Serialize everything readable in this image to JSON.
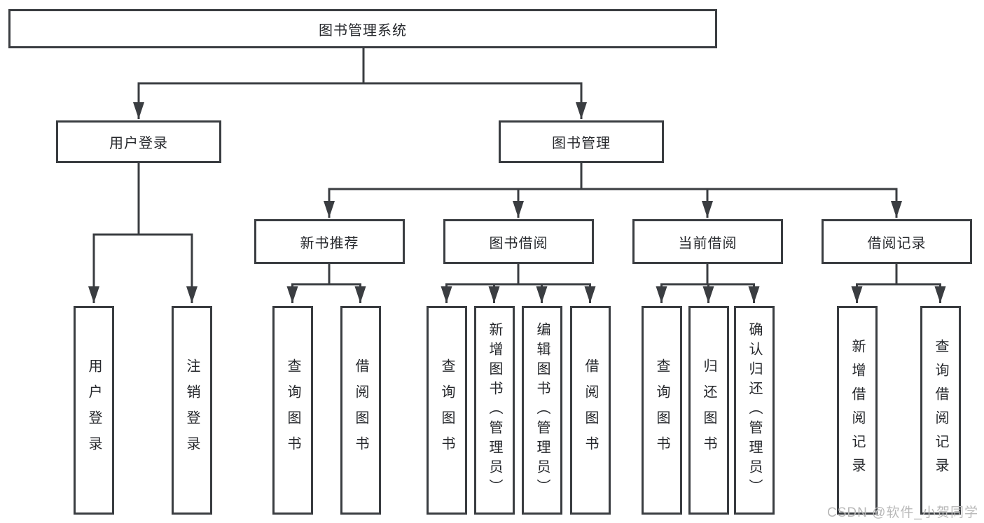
{
  "colors": {
    "line": "#3a3d41",
    "border": "#3a3d41",
    "text": "#26282c",
    "watermark": "#b9b9b9",
    "bg": "#ffffff"
  },
  "watermark": "CSDN @软件_小贺同学",
  "tree": {
    "root": {
      "label": "图书管理系统",
      "children": [
        {
          "label": "用户登录",
          "children": [
            {
              "label": "用户登录"
            },
            {
              "label": "注销登录"
            }
          ]
        },
        {
          "label": "图书管理",
          "children": [
            {
              "label": "新书推荐",
              "children": [
                {
                  "label": "查询图书"
                },
                {
                  "label": "借阅图书"
                }
              ]
            },
            {
              "label": "图书借阅",
              "children": [
                {
                  "label": "查询图书"
                },
                {
                  "label": "新增图书（管理员）"
                },
                {
                  "label": "编辑图书（管理员）"
                },
                {
                  "label": "借阅图书"
                }
              ]
            },
            {
              "label": "当前借阅",
              "children": [
                {
                  "label": "查询图书"
                },
                {
                  "label": "归还图书"
                },
                {
                  "label": "确认归还（管理员）"
                }
              ]
            },
            {
              "label": "借阅记录",
              "children": [
                {
                  "label": "新增借阅记录"
                },
                {
                  "label": "查询借阅记录"
                }
              ]
            }
          ]
        }
      ]
    }
  }
}
